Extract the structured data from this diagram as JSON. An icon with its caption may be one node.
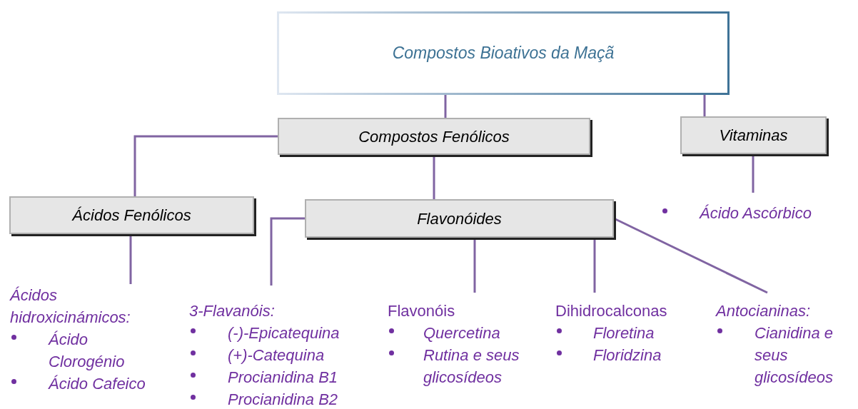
{
  "diagram": {
    "nodes": [
      {
        "text": [
          "Compostos Bioativos da Maçã"
        ]
      },
      {
        "text": [
          "Compostos Fenólicos"
        ]
      },
      {
        "text": [
          "Vitaminas"
        ]
      },
      {
        "text": [
          "Ácidos Fenólicos"
        ]
      },
      {
        "text": [
          "Flavonóides"
        ]
      },
      {
        "text": [
          "Ácidos hidroxicinámicos:",
          "Ácido Clorogénio",
          "Ácido Cafeico"
        ]
      },
      {
        "text": [
          "3-Flavanóis:",
          "(-)-Epicatequina",
          "(+)-Catequina",
          "Procianidina B1",
          "Procianidina B2"
        ]
      },
      {
        "text": [
          "Flavonóis",
          "Quercetina",
          "Rutina e seus glicosídeos"
        ]
      },
      {
        "text": [
          "Dihidrocalconas",
          "Floretina",
          "Floridzina"
        ]
      },
      {
        "text": [
          "Antocianinas:",
          "Cianidina e seus glicosídeos"
        ]
      },
      {
        "text": [
          "Ácido Ascórbico"
        ]
      }
    ],
    "edges": [
      {
        "from": 0,
        "to": 1,
        "arrow": "none"
      },
      {
        "from": 0,
        "to": 2,
        "arrow": "none"
      },
      {
        "from": 1,
        "to": 3,
        "arrow": "none"
      },
      {
        "from": 1,
        "to": 4,
        "arrow": "none"
      },
      {
        "from": 3,
        "to": 5,
        "arrow": "none"
      },
      {
        "from": 4,
        "to": 6,
        "arrow": "none"
      },
      {
        "from": 4,
        "to": 7,
        "arrow": "none"
      },
      {
        "from": 4,
        "to": 8,
        "arrow": "none"
      },
      {
        "from": 4,
        "to": 9,
        "arrow": "none"
      },
      {
        "from": 2,
        "to": 10,
        "arrow": "none"
      }
    ]
  }
}
